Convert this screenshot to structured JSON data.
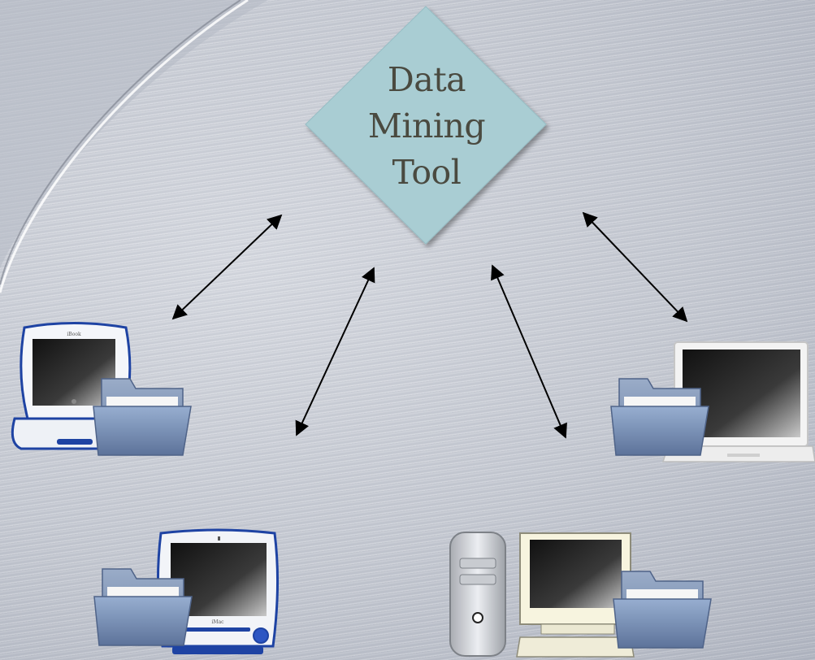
{
  "hub": {
    "label_lines": [
      "Data",
      "Mining",
      "Tool"
    ],
    "fill_color": "#a9cdd3"
  },
  "nodes": [
    {
      "id": "ibook",
      "device": "laptop-clamshell",
      "screen_brand": "iBook",
      "folder": "folder-icon"
    },
    {
      "id": "powerbook",
      "device": "laptop-white",
      "folder": "folder-icon"
    },
    {
      "id": "imac",
      "device": "desktop-all-in-one",
      "screen_brand": "iMac",
      "folder": "folder-icon"
    },
    {
      "id": "powermac",
      "device": "tower-with-monitor",
      "folder": "folder-icon"
    }
  ],
  "connectors": "bidirectional-arrows",
  "colors": {
    "background": "#c9cdd6",
    "folder": "#7f95b8",
    "arrow": "#000000",
    "accent_blue": "#1e43a3"
  }
}
